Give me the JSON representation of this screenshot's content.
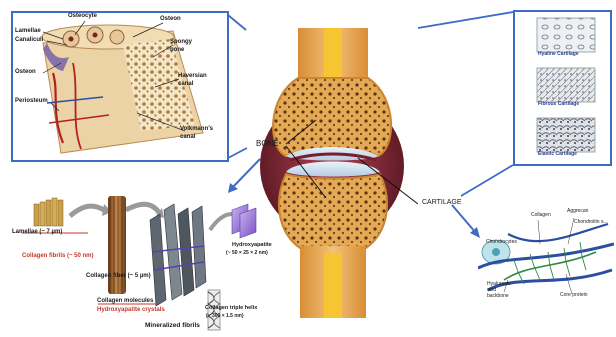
{
  "center": {
    "bone_label": "BONE",
    "cartilage_label": "CARTILAGE"
  },
  "bone_panel": {
    "labels": {
      "osteocyte": "Osteocyte",
      "osteon_top": "Osteon",
      "lamellae": "Lamellae",
      "canaliculi": "Canaliculi",
      "spongy_bone": "Spongy bone",
      "osteon_left": "Osteon",
      "haversian_canal": "Haversian canal",
      "periosteum": "Periosteum",
      "volkmanns_canal": "Volkmann's canal"
    }
  },
  "cartilage_panel": {
    "items": [
      "Hyaline Cartilage",
      "Fibrous Cartilage",
      "Elastic Cartilage"
    ]
  },
  "hierarchy_panel": {
    "lamellae": "Lamellae (~ 7 µm)",
    "collagen_fibrils": "Collagen fibrils (~ 50 nm)",
    "collagen_fiber": "Collagen fiber (~ 5 µm)",
    "hydroxyapatite": "Hydroxyapatite",
    "hydroxyapatite_size": "(~ 50 × 25 × 2 nm)",
    "collagen_molecules": "Collagen molecules",
    "hydroxyapatite_crystals": "Hydroxyapatite crystals",
    "triple_helix": "Collagen triple helix",
    "triple_helix_size": "(~ 300 × 1.5 nm)",
    "mineralized_fibrils": "Mineralized fibrils"
  },
  "matrix_panel": {
    "chondrocytes": "Chondrocytes",
    "collagen": "Collagen",
    "aggrecan": "Aggrecan",
    "chondroitin": "Chondroitin s...",
    "hyaluronic": "Hyaluronic acid backbone",
    "core_protein": "Core protein"
  },
  "colors": {
    "frame_blue": "#3e6bc4",
    "bone_orange": "#e2a04a",
    "marrow_yellow": "#f7c531",
    "cartilage_blue": "#c9dcec",
    "capsule_red": "#8b2a36"
  }
}
